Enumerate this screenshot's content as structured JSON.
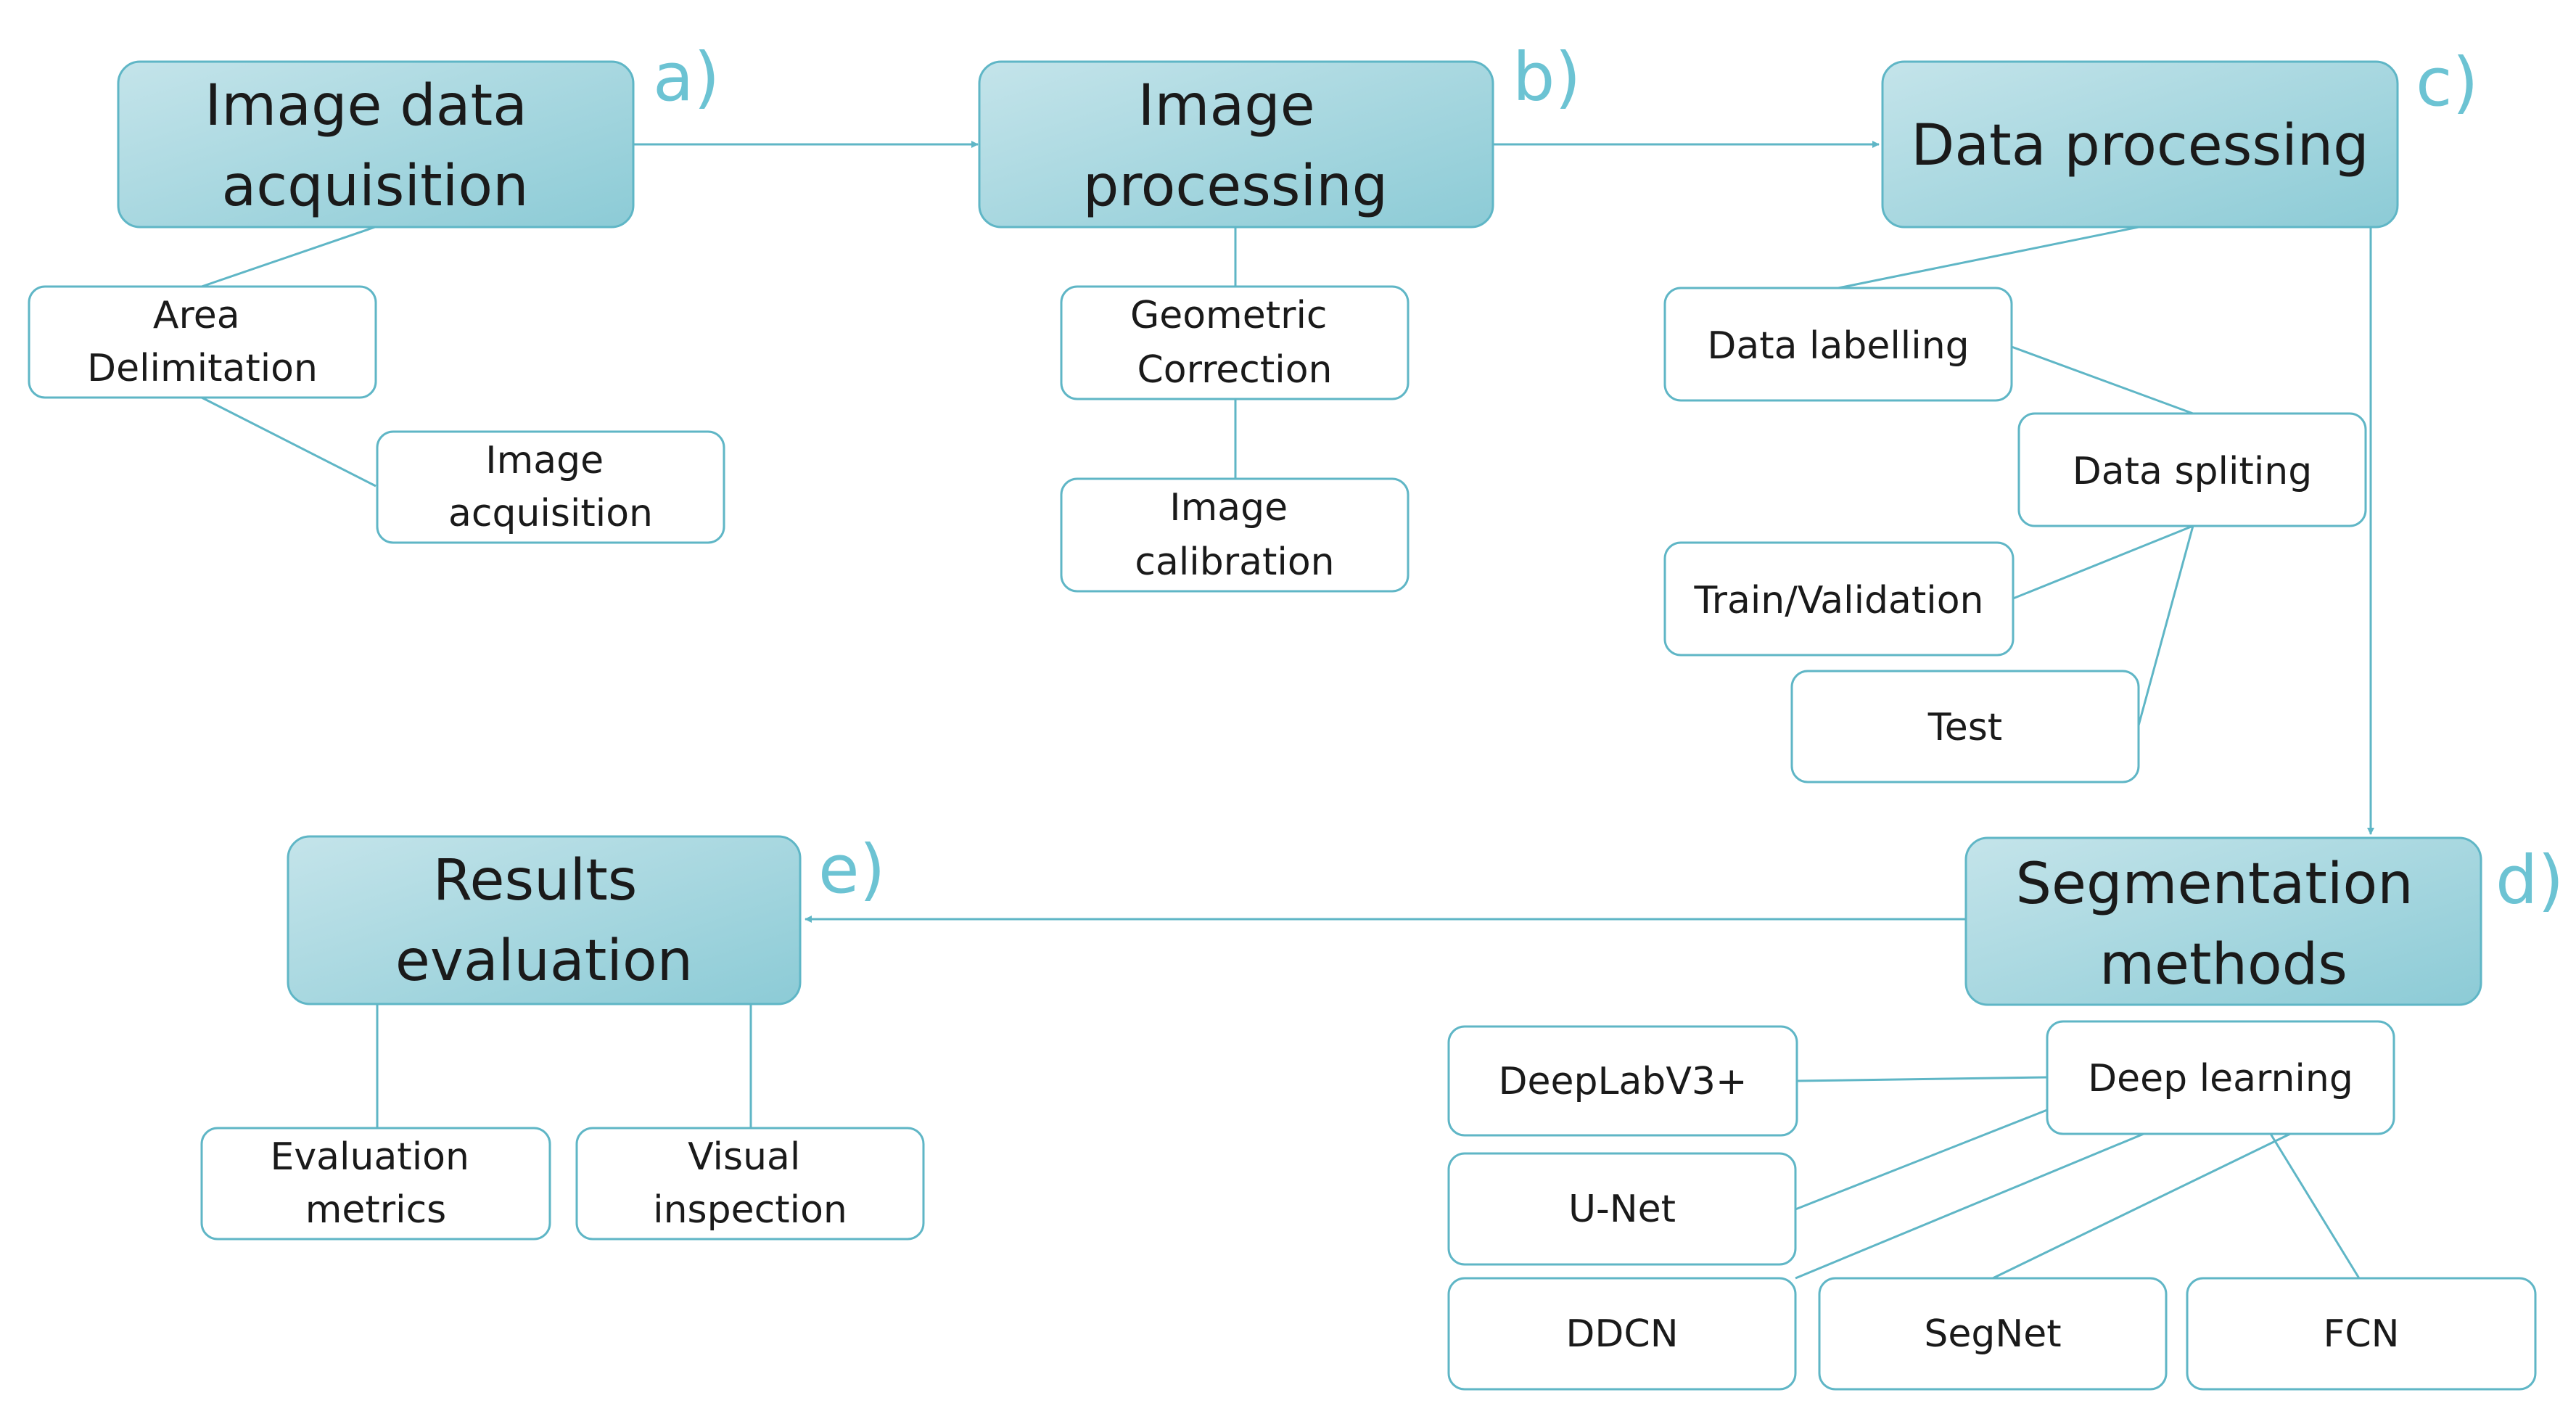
{
  "stages": {
    "a": {
      "lines": [
        "Image data",
        "acquisition"
      ],
      "marker": "a)"
    },
    "b": {
      "lines": [
        "Image",
        "processing"
      ],
      "marker": "b)"
    },
    "c": {
      "lines": [
        "Data processing"
      ],
      "marker": "c)"
    },
    "d": {
      "lines": [
        "Segmentation",
        "methods"
      ],
      "marker": "d)"
    },
    "e": {
      "lines": [
        "Results",
        "evaluation"
      ],
      "marker": "e)"
    }
  },
  "substeps": {
    "area_delimitation": [
      "Area",
      "Delimitation"
    ],
    "image_acquisition": [
      "Image",
      "acquisition"
    ],
    "geometric_correction": [
      "Geometric",
      "Correction"
    ],
    "image_calibration": [
      "Image",
      "calibration"
    ],
    "data_labelling": [
      "Data labelling"
    ],
    "data_spliting": [
      "Data spliting"
    ],
    "train_validation": [
      "Train/Validation"
    ],
    "test": [
      "Test"
    ],
    "deep_learning": [
      "Deep learning"
    ],
    "deeplabv3": [
      "DeepLabV3+"
    ],
    "unet": [
      "U-Net"
    ],
    "ddcn": [
      "DDCN"
    ],
    "segnet": [
      "SegNet"
    ],
    "fcn": [
      "FCN"
    ],
    "evaluation_metrics": [
      "Evaluation",
      "metrics"
    ],
    "visual_inspection": [
      "Visual",
      "inspection"
    ]
  },
  "colors": {
    "accent": "#5fb6c6",
    "stage_fill_light": "#c4e4ea",
    "stage_fill_dark": "#8ccbd6",
    "marker": "#6cc3d3"
  }
}
